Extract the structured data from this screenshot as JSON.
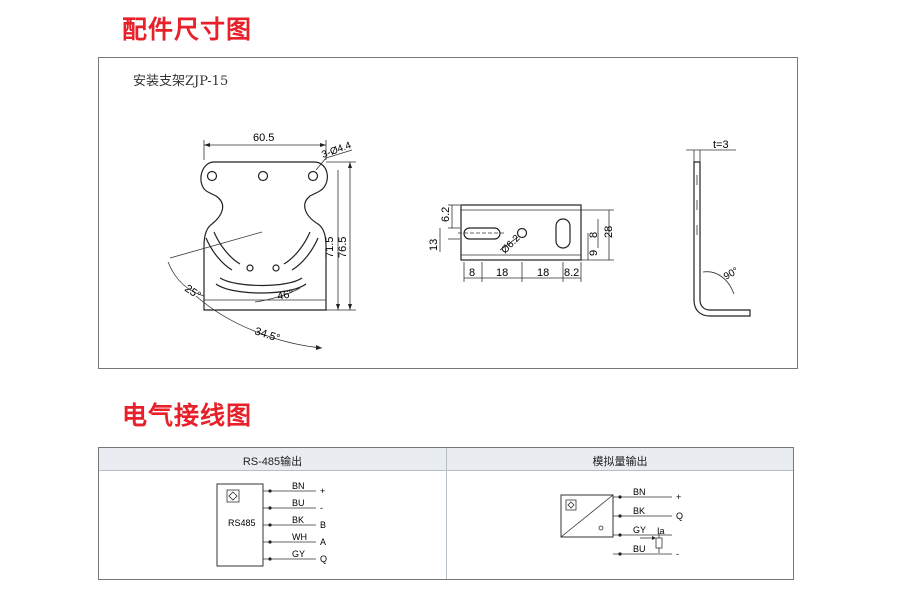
{
  "colors": {
    "title": "#e8202a",
    "line": "#222222",
    "frame": "#777777",
    "header_bg": "#e9edf1"
  },
  "dimension_section": {
    "title": "配件尺寸图",
    "caption": "安装支架ZJP-15",
    "front_view": {
      "width_label": "60.5",
      "hole_label": "3-Ø4.4",
      "height_inner": "71.5",
      "height_outer": "76.5",
      "angle_left": "25°",
      "angle_center": "46°",
      "angle_bottom": "34.5°"
    },
    "slot_view": {
      "dim_62": "6.2",
      "dim_13": "13",
      "dim_hole": "Ø6.2",
      "dim_9": "9",
      "dim_8": "8",
      "dim_28": "28",
      "bottom_dims": [
        "8",
        "18",
        "18",
        "8.2"
      ]
    },
    "side_view": {
      "thickness": "t=3",
      "angle": "90°"
    }
  },
  "wiring_section": {
    "title": "电气接线图",
    "rs485": {
      "header": "RS-485输出",
      "device_label": "RS485",
      "wires": [
        {
          "color": "BN",
          "signal": "+"
        },
        {
          "color": "BU",
          "signal": "-"
        },
        {
          "color": "BK",
          "signal": "B"
        },
        {
          "color": "WH",
          "signal": "A"
        },
        {
          "color": "GY",
          "signal": "Q"
        }
      ]
    },
    "analog": {
      "header": "模拟量输出",
      "current_label": "Ia",
      "wires": [
        {
          "color": "BN",
          "signal": "+"
        },
        {
          "color": "BK",
          "signal": "Q"
        },
        {
          "color": "GY",
          "signal": ""
        },
        {
          "color": "BU",
          "signal": "-"
        }
      ]
    }
  }
}
